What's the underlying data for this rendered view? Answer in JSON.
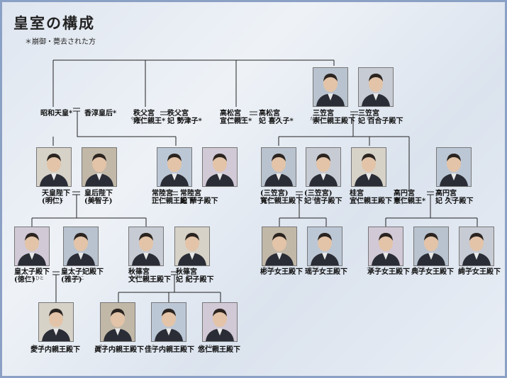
{
  "title": "皇室の構成",
  "note": "＊崩御・薨去された方",
  "colors": {
    "line": "#222222",
    "frame": "#8aa0c4"
  },
  "people": [
    {
      "id": "p01",
      "lines": [
        "昭和天皇*"
      ],
      "icon": "portrait-icon"
    },
    {
      "id": "p02",
      "lines": [
        "香淳皇后*"
      ],
      "icon": "portrait-icon"
    },
    {
      "id": "p03",
      "lines": [
        "秩父宮",
        "雍仁親王*"
      ],
      "ruby": "やすひと",
      "icon": "portrait-icon"
    },
    {
      "id": "p04",
      "lines": [
        "秩父宮",
        "妃 勢津子*"
      ],
      "ruby": "せつこ",
      "icon": "portrait-icon"
    },
    {
      "id": "p05",
      "lines": [
        "高松宮",
        "宣仁親王*"
      ],
      "ruby": "のぶひと",
      "icon": "portrait-icon"
    },
    {
      "id": "p06",
      "lines": [
        "高松宮",
        "妃 喜久子*"
      ],
      "ruby": "きくこ",
      "icon": "portrait-icon"
    },
    {
      "id": "p07",
      "lines": [
        "三笠宮",
        "崇仁親王殿下"
      ],
      "ruby": "たかひと",
      "icon": "portrait-icon"
    },
    {
      "id": "p08",
      "lines": [
        "三笠宮",
        "妃 百合子殿下"
      ],
      "ruby": "ゆりこ",
      "icon": "portrait-icon"
    },
    {
      "id": "p09",
      "lines": [
        "天皇陛下",
        "(明仁)"
      ],
      "ruby": "あきひと",
      "icon": "portrait-icon"
    },
    {
      "id": "p10",
      "lines": [
        "皇后陛下",
        "(美智子)"
      ],
      "ruby": "みちこ",
      "icon": "portrait-icon"
    },
    {
      "id": "p11",
      "lines": [
        "常陸宮",
        "正仁親王殿下"
      ],
      "ruby": "まさひと",
      "icon": "portrait-icon"
    },
    {
      "id": "p12",
      "lines": [
        "常陸宮",
        "妃 華子殿下"
      ],
      "ruby": "はなこ",
      "icon": "portrait-icon"
    },
    {
      "id": "p13",
      "lines": [
        "(三笠宮)",
        "寬仁親王殿下"
      ],
      "ruby": "ともひと",
      "icon": "portrait-icon"
    },
    {
      "id": "p14",
      "lines": [
        "(三笠宮)",
        "妃 信子殿下"
      ],
      "ruby": "のぶこ",
      "icon": "portrait-icon"
    },
    {
      "id": "p15",
      "lines": [
        "桂宮",
        "宜仁親王殿下"
      ],
      "ruby": "よしひと",
      "icon": "portrait-icon"
    },
    {
      "id": "p16",
      "lines": [
        "高円宮",
        "憲仁親王*"
      ],
      "ruby": "のりひと",
      "icon": "portrait-icon"
    },
    {
      "id": "p17",
      "lines": [
        "高円宮",
        "妃 久子殿下"
      ],
      "ruby": "ひさこ",
      "icon": "portrait-icon"
    },
    {
      "id": "p18",
      "lines": [
        "皇太子殿下",
        "(徳仁)"
      ],
      "ruby": "なるひと",
      "icon": "portrait-icon"
    },
    {
      "id": "p19",
      "lines": [
        "皇太子妃殿下",
        "(雅子)"
      ],
      "ruby": "まさこ",
      "icon": "portrait-icon"
    },
    {
      "id": "p20",
      "lines": [
        "秋篠宮",
        "文仁親王殿下"
      ],
      "ruby": "ふみひと",
      "icon": "portrait-icon"
    },
    {
      "id": "p21",
      "lines": [
        "秋篠宮",
        "妃 紀子殿下"
      ],
      "ruby": "きこ",
      "icon": "portrait-icon"
    },
    {
      "id": "p22",
      "lines": [
        "彬子女王殿下"
      ],
      "ruby": "あきこ",
      "icon": "portrait-icon"
    },
    {
      "id": "p23",
      "lines": [
        "瑶子女王殿下"
      ],
      "ruby": "ようこ",
      "icon": "portrait-icon"
    },
    {
      "id": "p24",
      "lines": [
        "承子女王殿下"
      ],
      "ruby": "つぐこ",
      "icon": "portrait-icon"
    },
    {
      "id": "p25",
      "lines": [
        "典子女王殿下"
      ],
      "ruby": "のりこ",
      "icon": "portrait-icon"
    },
    {
      "id": "p26",
      "lines": [
        "絢子女王殿下"
      ],
      "ruby": "あやこ",
      "icon": "portrait-icon"
    },
    {
      "id": "p27",
      "lines": [
        "愛子内親王殿下"
      ],
      "ruby": "あいこ",
      "icon": "portrait-icon"
    },
    {
      "id": "p28",
      "lines": [
        "眞子内親王殿下"
      ],
      "ruby": "まこ",
      "icon": "portrait-icon"
    },
    {
      "id": "p29",
      "lines": [
        "佳子内親王殿下"
      ],
      "ruby": "かこ",
      "icon": "portrait-icon"
    },
    {
      "id": "p30",
      "lines": [
        "悠仁親王殿下"
      ],
      "ruby": "ひさひと",
      "icon": "portrait-icon"
    }
  ]
}
